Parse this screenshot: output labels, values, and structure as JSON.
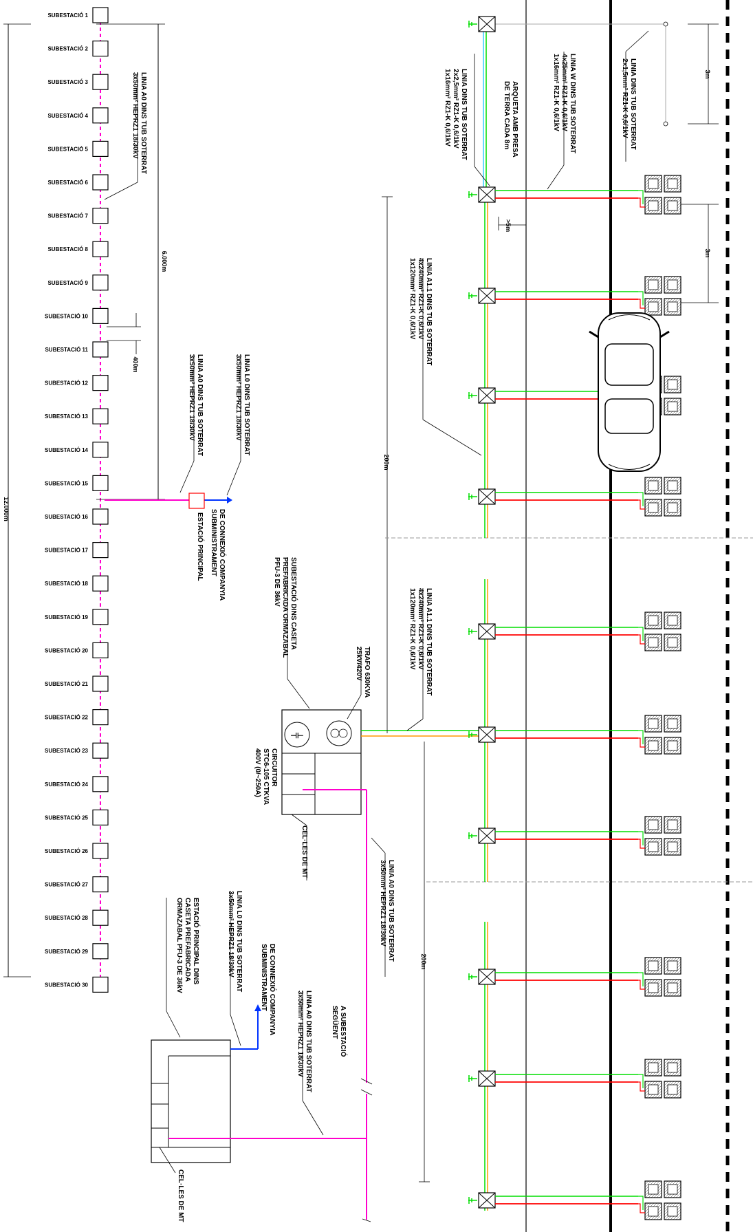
{
  "substations": [
    "SUBESTACIÓ 1",
    "SUBESTACIÓ 2",
    "SUBESTACIÓ 3",
    "SUBESTACIÓ 4",
    "SUBESTACIÓ 5",
    "SUBESTACIÓ 6",
    "SUBESTACIÓ 7",
    "SUBESTACIÓ 8",
    "SUBESTACIÓ 9",
    "SUBESTACIÓ 10",
    "SUBESTACIÓ 11",
    "SUBESTACIÓ 12",
    "SUBESTACIÓ 13",
    "SUBESTACIÓ 14",
    "SUBESTACIÓ 15",
    "SUBESTACIÓ 16",
    "SUBESTACIÓ 17",
    "SUBESTACIÓ 18",
    "SUBESTACIÓ 19",
    "SUBESTACIÓ 20",
    "SUBESTACIÓ 21",
    "SUBESTACIÓ 22",
    "SUBESTACIÓ 23",
    "SUBESTACIÓ 24",
    "SUBESTACIÓ 25",
    "SUBESTACIÓ 26",
    "SUBESTACIÓ 27",
    "SUBESTACIÓ 28",
    "SUBESTACIÓ 29",
    "SUBESTACIÓ 30"
  ],
  "dims": {
    "total": "12.000m",
    "half": "6.000m",
    "spacing": "400m",
    "seg1": "200m",
    "seg2": "200m",
    "pole_gap": "3m",
    "box_gap": "3m",
    "offset": ">5m"
  },
  "labels": {
    "a0_top": [
      "LINIA A0 DINS TUB SOTERRAT",
      "3x50mm² HEPRZ1 18/30kV"
    ],
    "l0_top": [
      "LINIA L0 DINS TUB SOTERRAT",
      "3x50mm² HEPRZ1 18/30kV"
    ],
    "a0_mid": [
      "LINIA A0 DINS TUB SOTERRAT",
      "3x50mm² HEPRZ1 18/30kV"
    ],
    "company_top": [
      "DE CONNEXIÓ COMPANYIA",
      "SUBMINISTRAMENT"
    ],
    "estacio_top": [
      "ESTACIÓ PRINCIPAL"
    ],
    "subest_caseta": [
      "SUBESTACIÓ DINS CASETA",
      "PREFABRICADA ORMAZABAL",
      "PFU-3 DE 36kV"
    ],
    "trafo": [
      "TRAFO 630KVA",
      "25kV/420V"
    ],
    "circuitor": [
      "CIRCUITOR",
      "STC6-105 CTKVA",
      "400V (0/~250A)"
    ],
    "celles_mid": [
      "CEL·LES DE MT"
    ],
    "a0_bottom": [
      "LINIA A0 DINS TUB SOTERRAT",
      "3x50mm² HEPRZ1 18/30kV"
    ],
    "l0_bottom": [
      "LINIA L0 DINS TUB SOTERRAT",
      "3x50mm² HEPRZ1 18/30kV"
    ],
    "company_bottom": [
      "DE CONNEXIÓ COMPANYIA",
      "SUBMINISTRAMENT"
    ],
    "estacio_bottom": [
      "ESTACIÓ PRINCIPAL DINS",
      "CASETA PREFABRICADA",
      "ORMAZABAL PFU-3 DE 36kV"
    ],
    "celles_bottom": [
      "CEL·LES DE MT"
    ],
    "seguent": [
      "A SUBESTACIÓ",
      "SEGÜENT"
    ],
    "linia_a1_top": [
      "LINIA A1.1 DINS TUB SOTERRAT",
      "4x240mm² RZ1-K 0,6/1kV",
      "1x120mm² RZ1-K 0,6/1kV"
    ],
    "linia_a1_mid": [
      "LINIA A1.1 DINS TUB SOTERRAT",
      "4x240mm² RZ1-K 0,6/1kV",
      "1x120mm² RZ1-K 0,6/1kV"
    ],
    "linia_dins": [
      "LINIA DINS TUB SOTERRAT",
      "2x2,5mm² RZ1-K 0,6/1kV",
      "1x16mm² RZ1-K 0,6/1kV"
    ],
    "arqueta": [
      "ARQUETA AMB PRESA",
      "DE TERRA CADA 8m"
    ],
    "linia_w": [
      "LINIA W DINS TUB SOTERRAT",
      "4x25mm² RZ1-K 0,6/1kV",
      "1x16mm² RZ1-K 0,6/1kV"
    ],
    "linia_2x": [
      "LINIA DINS TUB SOTERRAT",
      "2x1,5mm² RZ1-K 0,6/1kV"
    ]
  },
  "colors": {
    "mt": "#ff00cc",
    "company": "#0033ff",
    "green": "#00dd00",
    "red": "#ff0000",
    "orange": "#ff9900",
    "cyan": "#33ccff",
    "station": "#ff0000"
  }
}
